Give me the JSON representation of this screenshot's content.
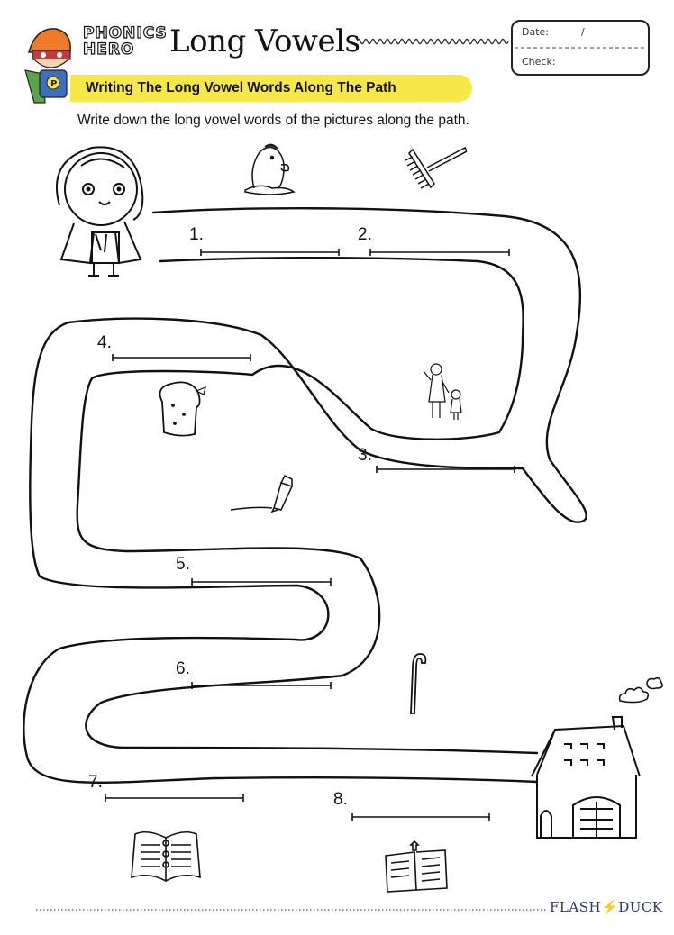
{
  "header": {
    "brand_line1": "PHONICS",
    "brand_line2": "HERO",
    "title": "Long Vowels",
    "banner": "Writing The Long Vowel Words Along The Path"
  },
  "date_box": {
    "date_label": "Date:",
    "date_separator": "/",
    "check_label": "Check:"
  },
  "instruction": "Write down the long vowel words of the pictures along the path.",
  "answers": [
    {
      "number": "1."
    },
    {
      "number": "2."
    },
    {
      "number": "3."
    },
    {
      "number": "4."
    },
    {
      "number": "5."
    },
    {
      "number": "6."
    },
    {
      "number": "7."
    },
    {
      "number": "8."
    }
  ],
  "pictures": [
    "mole-icon",
    "rake-icon",
    "man-and-child-icon",
    "toast-icon",
    "pencil-icon",
    "cane-icon",
    "open-book-icon",
    "book-icon",
    "girl-icon",
    "house-icon",
    "smoke-icon"
  ],
  "footer": {
    "brand_left": "FLASH",
    "brand_right": "DUCK"
  },
  "colors": {
    "banner": "#f7e84a",
    "footer_brand": "#2b3a67",
    "footer_accent": "#c9302c"
  }
}
